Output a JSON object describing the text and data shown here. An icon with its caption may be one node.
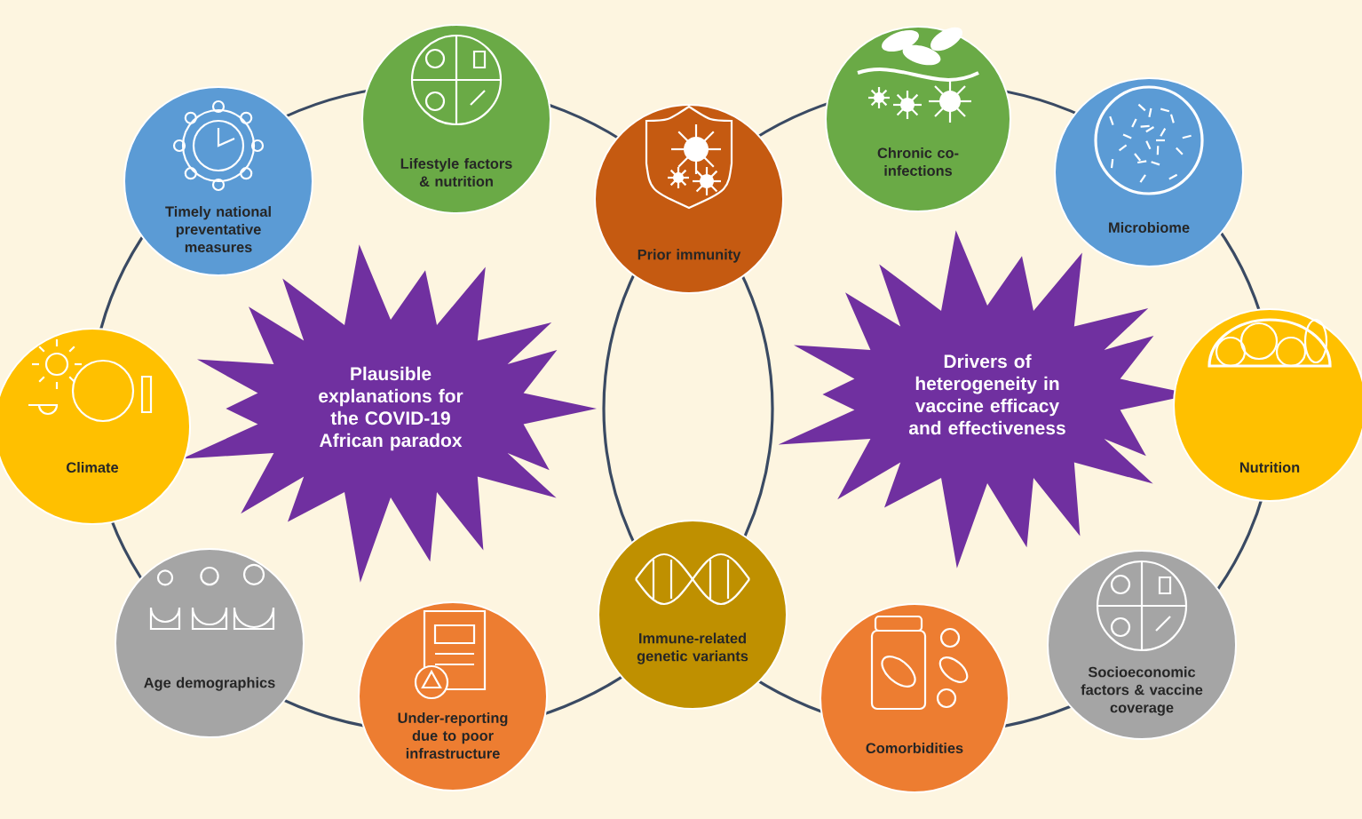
{
  "diagram": {
    "nodes": [
      {
        "text": [
          "Plausible explanations for the COVID-19 African paradox"
        ]
      },
      {
        "text": [
          "Drivers of heterogeneity in vaccine efficacy and effectiveness"
        ]
      },
      {
        "text": [
          "Lifestyle factors & nutrition"
        ]
      },
      {
        "text": [
          "Timely national preventative measures"
        ]
      },
      {
        "text": [
          "Climate"
        ]
      },
      {
        "text": [
          "Age demographics"
        ]
      },
      {
        "text": [
          "Under-reporting due to poor infrastructure"
        ]
      },
      {
        "text": [
          "Immune-related genetic variants"
        ]
      },
      {
        "text": [
          "Prior immunity"
        ]
      },
      {
        "text": [
          "Chronic co-infections"
        ]
      },
      {
        "text": [
          "Microbiome"
        ]
      },
      {
        "text": [
          "Nutrition"
        ]
      },
      {
        "text": [
          "Socioeconomic factors & vaccine coverage"
        ]
      },
      {
        "text": [
          "Comorbidities"
        ]
      }
    ]
  }
}
